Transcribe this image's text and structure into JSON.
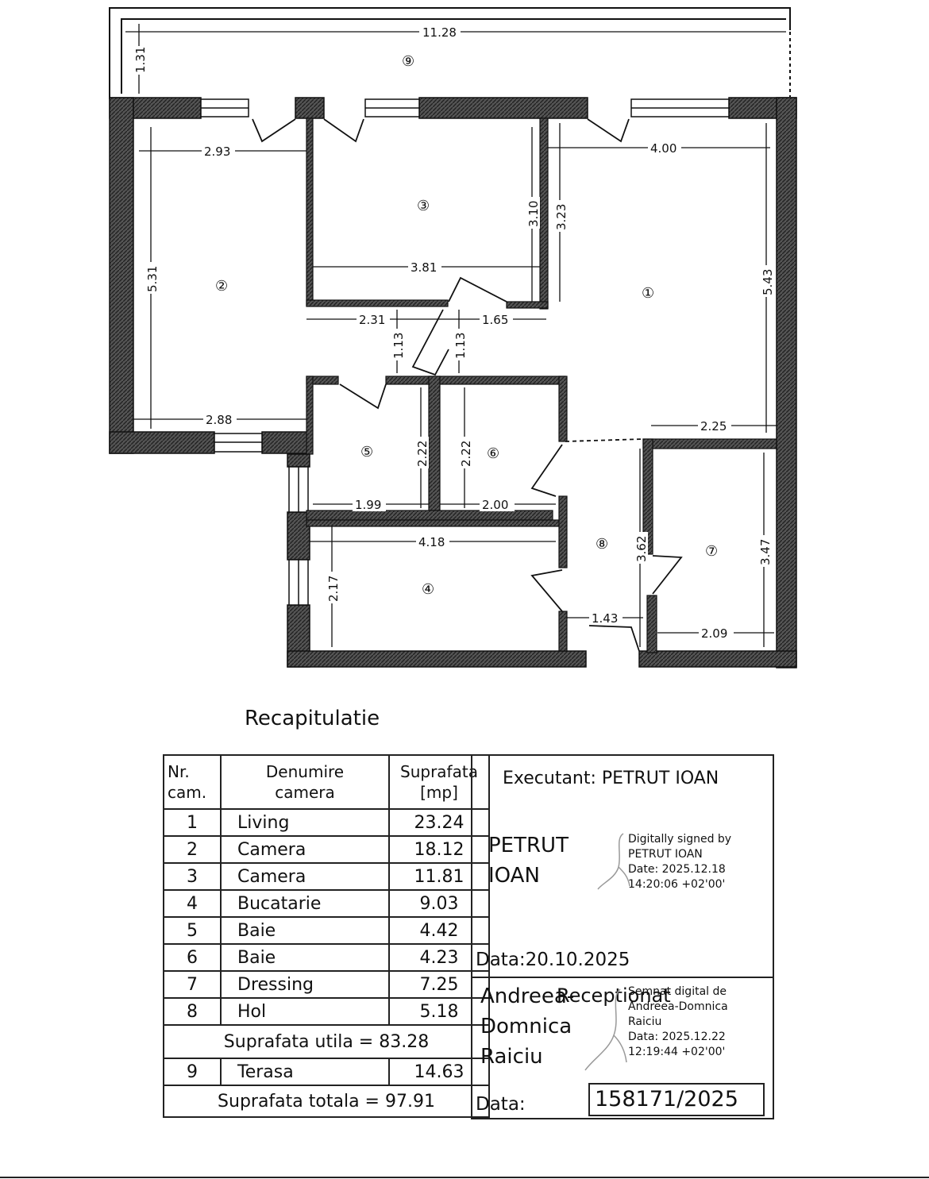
{
  "plan": {
    "dimensions": [
      "11.28",
      "1.31",
      "2.93",
      "4.00",
      "5.31",
      "3.10",
      "3.23",
      "3.81",
      "5.43",
      "2.31",
      "1.65",
      "1.13",
      "1.13",
      "2.88",
      "2.25",
      "2.22",
      "2.22",
      "1.99",
      "2.00",
      "4.18",
      "3.62",
      "3.47",
      "2.17",
      "1.43",
      "2.09"
    ],
    "room_numbers": [
      "⑨",
      "③",
      "②",
      "①",
      "⑤",
      "⑥",
      "⑧",
      "⑦",
      "④"
    ]
  },
  "recap_title": "Recapitulatie",
  "table": {
    "headers": {
      "nr": [
        "Nr.",
        "cam."
      ],
      "name": [
        "Denumire",
        "camera"
      ],
      "area": [
        "Suprafata",
        "[mp]"
      ]
    },
    "rows": [
      {
        "nr": "1",
        "name": "Living",
        "area": "23.24"
      },
      {
        "nr": "2",
        "name": "Camera",
        "area": "18.12"
      },
      {
        "nr": "3",
        "name": "Camera",
        "area": "11.81"
      },
      {
        "nr": "4",
        "name": "Bucatarie",
        "area": "9.03"
      },
      {
        "nr": "5",
        "name": "Baie",
        "area": "4.42"
      },
      {
        "nr": "6",
        "name": "Baie",
        "area": "4.23"
      },
      {
        "nr": "7",
        "name": "Dressing",
        "area": "7.25"
      },
      {
        "nr": "8",
        "name": "Hol",
        "area": "5.18"
      }
    ],
    "useful_area": "Suprafata utila = 83.28",
    "terrace": {
      "nr": "9",
      "name": "Terasa",
      "area": "14.63"
    },
    "total_area": "Suprafata totala = 97.91"
  },
  "signature_box": {
    "executant": "Executant: PETRUT IOAN",
    "executant_name_line1": "PETRUT",
    "executant_name_line2": "IOAN",
    "digital_sig_1": [
      "Digitally signed by",
      "PETRUT IOAN",
      "Date: 2025.12.18",
      "14:20:06 +02'00'"
    ],
    "date_1": "Data:20.10.2025",
    "receiver_line1": "Andreea-",
    "receiver_line2": "Domnica",
    "receiver_line3": "Raiciu",
    "receptionat": "Receptionat",
    "digital_sig_2": [
      "Semnat digital de",
      "Andreea-Domnica",
      "Raiciu",
      "Data: 2025.12.22",
      "12:19:44 +02'00'"
    ],
    "date_2": "Data:",
    "registration_number": "158171/2025"
  }
}
